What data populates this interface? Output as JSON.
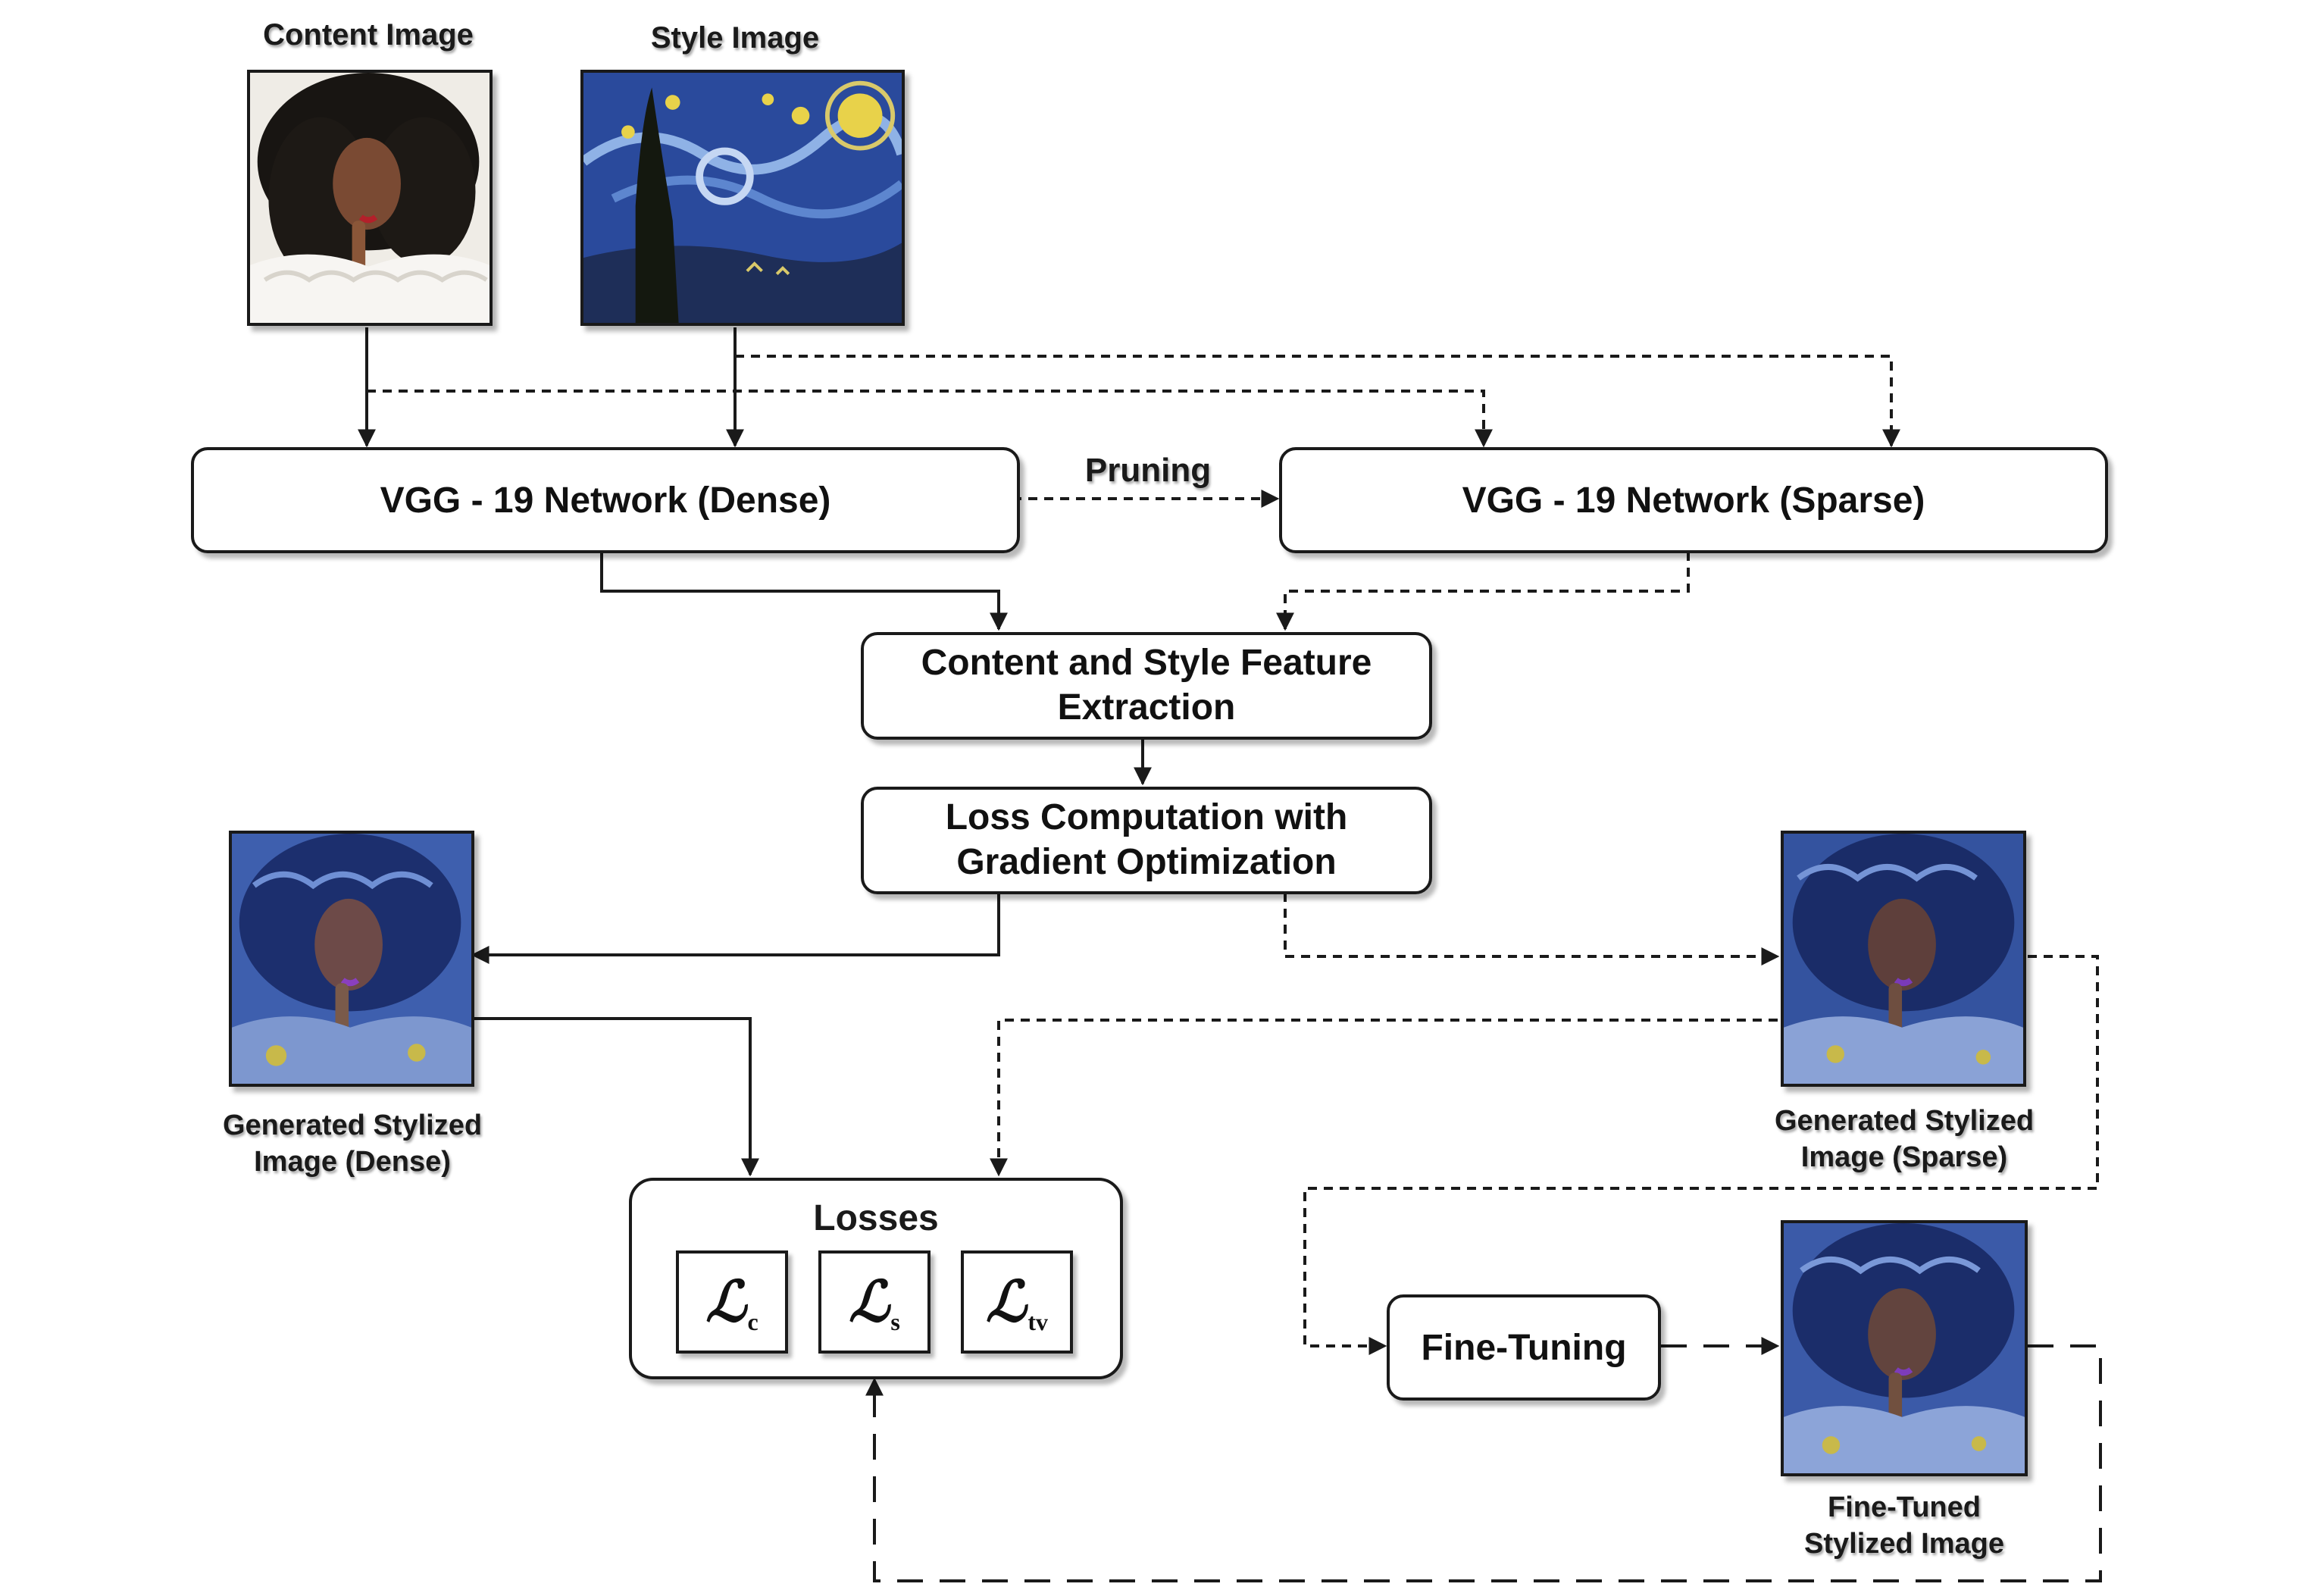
{
  "inputs": {
    "content_label": "Content Image",
    "style_label": "Style Image"
  },
  "nodes": {
    "vgg_dense": "VGG - 19 Network (Dense)",
    "vgg_sparse": "VGG - 19 Network (Sparse)",
    "feature_line1": "Content and Style Feature",
    "feature_line2": "Extraction",
    "loss_line1": "Loss Computation with",
    "loss_line2": "Gradient Optimization",
    "fine_tuning": "Fine-Tuning"
  },
  "edges": {
    "pruning_label": "Pruning"
  },
  "losses": {
    "title": "Losses",
    "symbol": "ℒ",
    "terms": [
      "c",
      "s",
      "tv"
    ]
  },
  "outputs": {
    "dense_line1": "Generated Stylized",
    "dense_line2": "Image (Dense)",
    "sparse_line1": "Generated Stylized",
    "sparse_line2": "Image (Sparse)",
    "finetuned_line1": "Fine-Tuned",
    "finetuned_line2": "Stylized Image"
  },
  "colors": {
    "line": "#1a1a1a",
    "starry_sky": "#2a4a9c",
    "starry_star": "#e8d24a",
    "stylized_blue": "#3e5fae"
  }
}
